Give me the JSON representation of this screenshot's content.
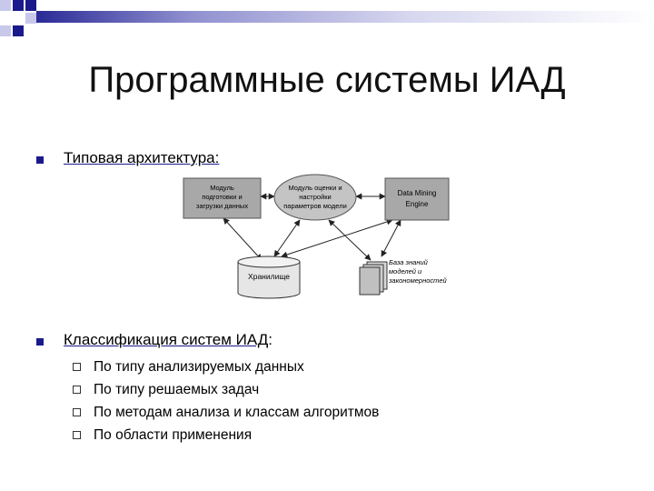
{
  "slide": {
    "title": "Программные системы ИАД",
    "bullets": [
      {
        "text": "Типовая архитектура:"
      },
      {
        "text": "Классификация систем ИАД",
        "suffix": ":"
      }
    ],
    "sub_items": [
      "По типу анализируемых данных",
      "По типу решаемых задач",
      "По методам анализа и классам алгоритмов",
      "По области применения"
    ]
  },
  "diagram": {
    "module_prep": [
      "Модуль",
      "подготовки и",
      "загрузки данных"
    ],
    "module_eval": [
      "Модуль оценки и",
      "настройки",
      "параметров модели"
    ],
    "engine": [
      "Data Mining",
      "Engine"
    ],
    "storage": "Хранилище",
    "knowledge": [
      "База знаний",
      "моделей и",
      "закономерностей"
    ]
  },
  "colors": {
    "accent": "#1a1a8c",
    "box_fill": "#a8a8a8",
    "ellipse_fill": "#c4c4c4",
    "cylinder_fill": "#e6e6e6"
  }
}
